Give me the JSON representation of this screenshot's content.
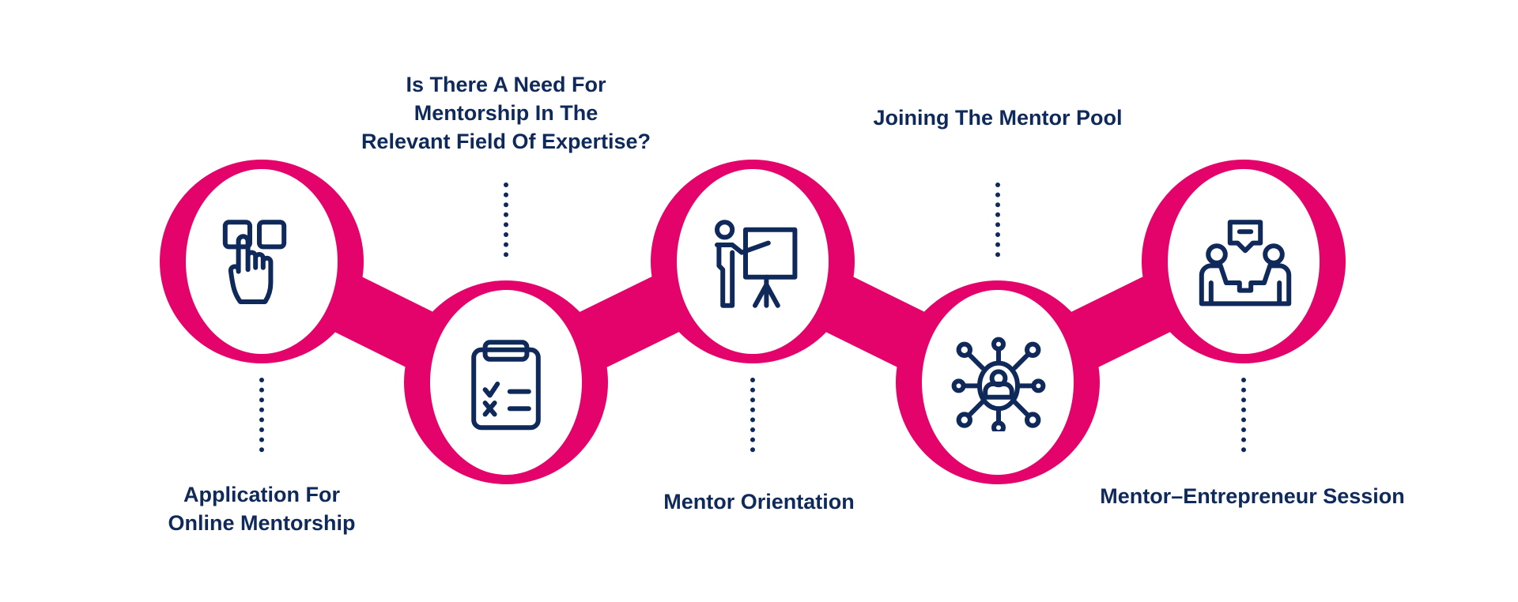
{
  "colors": {
    "accent": "#e4036a",
    "text": "#0f2a5a",
    "background": "#ffffff"
  },
  "steps": [
    {
      "label_lines": [
        "Application For",
        "Online Mentorship"
      ],
      "icon": "hand-touch-icon",
      "label_position": "below"
    },
    {
      "label_lines": [
        "Is There A Need For",
        "Mentorship In The",
        "Relevant Field Of Expertise?"
      ],
      "icon": "checklist-clipboard-icon",
      "label_position": "above"
    },
    {
      "label_lines": [
        "Mentor Orientation"
      ],
      "icon": "presentation-icon",
      "label_position": "below"
    },
    {
      "label_lines": [
        "Joining The Mentor Pool"
      ],
      "icon": "network-person-icon",
      "label_position": "above"
    },
    {
      "label_lines": [
        "Mentor–Entrepreneur Session"
      ],
      "icon": "meeting-icon",
      "label_position": "below"
    }
  ]
}
